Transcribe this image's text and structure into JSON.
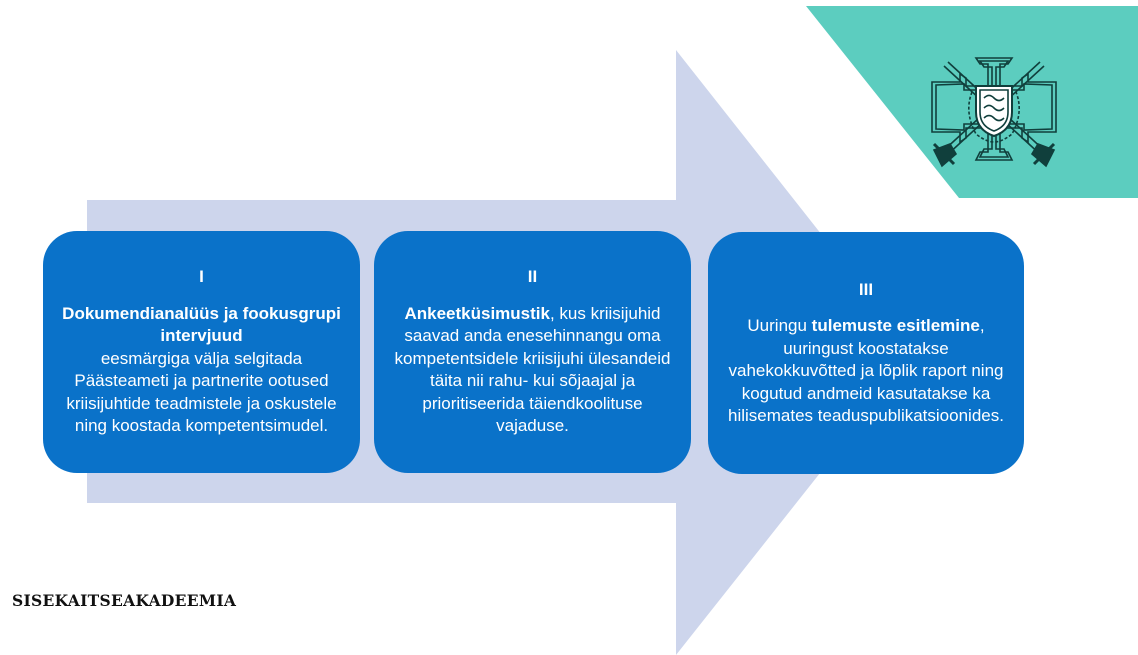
{
  "colors": {
    "arrow": "#cdd5ec",
    "box": "#0a72c9",
    "corner": "#5ccdbf",
    "emblem": "#103f3c"
  },
  "steps": [
    {
      "numeral": "I",
      "bold_text": "Dokumendianalüüs ja fookusgrupi intervjuud",
      "text": "eesmärgiga välja selgitada Päästeameti ja partnerite ootused kriisijuhtide teadmistele ja oskustele ning koostada kompetentsimudel."
    },
    {
      "numeral": "II",
      "bold_text": "Ankeetküsimustik",
      "text": ", kus kriisijuhid saavad anda enesehinnangu oma kompetentsidele kriisijuhi ülesandeid täita nii rahu- kui sõjaajal ja prioritiseerida täiendkoolituse vajaduse."
    },
    {
      "numeral": "III",
      "text_before": "Uuringu ",
      "bold_text": "tulemuste esitlemine",
      "text": ", uuringust koostatakse vahekokkuvõtted ja lõplik raport ning kogutud andmeid kasutatakse ka hilisemates teaduspublikatsioonides."
    }
  ],
  "brand": {
    "name": "SISEKAITSEAKADEEMIA",
    "emblem_icon": "academy-crest-icon"
  }
}
